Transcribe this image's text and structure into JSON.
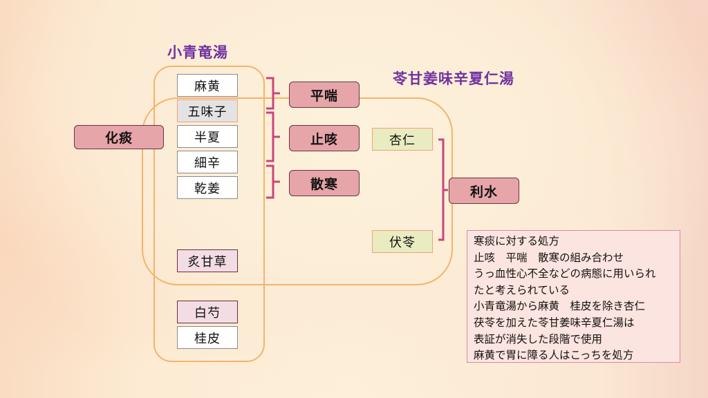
{
  "titles": {
    "shoseiryuto": "小青竜湯",
    "ryokanKyomiShingeNinto": "苓甘姜味辛夏仁湯"
  },
  "herbs": {
    "mao": "麻黄",
    "gomishi": "五味子",
    "hange": "半夏",
    "saishin": "細辛",
    "kankyo": "乾姜",
    "shakanzo": "炙甘草",
    "byakushaku": "白芍",
    "keihi": "桂皮",
    "kyonin": "杏仁",
    "bukuryo": "伏苓"
  },
  "effects": {
    "katan": "化痰",
    "heizen": "平喘",
    "shigai": "止咳",
    "sankan": "散寒",
    "risui": "利水"
  },
  "note": {
    "lines": [
      "寒痰に対する処方",
      "止咳　平喘　散寒の組み合わせ",
      "うっ血性心不全などの病態に用いられ",
      "たと考えられている",
      "小青竜湯から麻黄　桂皮を除き杏仁",
      "茯苓を加えた苓甘姜味辛夏仁湯は",
      "表証が消失した段階で使用",
      "麻黄で胃に障る人はこっちを処方"
    ]
  },
  "colors": {
    "title": "#7030a0",
    "groupBorder": "#f6b26b",
    "bracket": "#c9457a",
    "effectFill": "#e6a5a9"
  }
}
